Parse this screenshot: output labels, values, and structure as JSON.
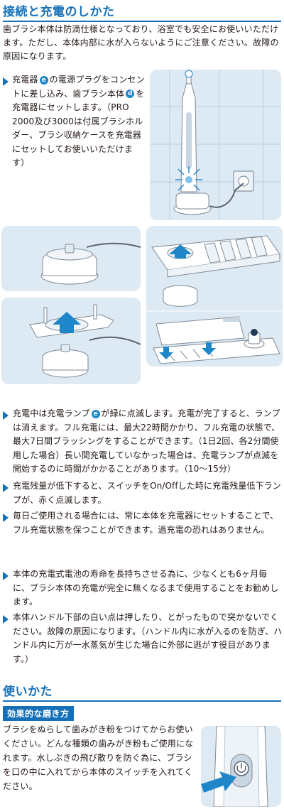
{
  "section1": {
    "title": "接続と充電のしかた",
    "intro": "歯ブラシ本体は防滴仕様となっており、浴室でも安全にお使いいただけます。ただし、本体内部に水が入らないようにご注意ください。故障の原因になります。",
    "step": {
      "p1": "充電器",
      "badge1": "e",
      "p2": "の電源プラグをコンセントに差し込み、歯ブラシ本体",
      "badge2": "d",
      "p3": "を充電器にセットします。（PRO 2000及び3000は付属ブラシホルダー、ブラシ収納ケースを充電器にセットしてお使いいただけます）"
    }
  },
  "bullets": [
    {
      "p1": "充電中は充電ランプ",
      "badge": "e",
      "p2": "が緑に点滅します。充電が完了すると、ランプは消えます。フル充電には、最大22時間かかり、フル充電の状態で、最大7日間ブラッシングをすることができます。（1日2回、各2分間使用した場合）長い間充電していなかった場合は、充電ランプが点滅を開始するのに時間がかかることがあります。（10〜15分）"
    },
    {
      "p1": "充電残量が低下すると、スイッチをOn/Offした時に充電残量低下ランプが、赤く点滅します。"
    },
    {
      "p1": "毎日ご使用される場合には、常に本体を充電器にセットすることで、フル充電状態を保つことができます。過充電の恐れはありません。"
    },
    {
      "p1": "本体の充電式電池の寿命を長持ちさせる為に、少なくとも6ヶ月毎に、ブラシ本体の充電が完全に無くなるまで使用することをお勧めします。"
    },
    {
      "p1": "本体ハンドル下部の白い点は押したり、とがったもので突かないでください。故障の原因になります。（ハンドル内に水が入るのを防ぎ、ハンドル内に万が一水蒸気が生じた場合に外部に逃がす役目があります。）"
    }
  ],
  "section2": {
    "title": "使いかた",
    "tag": "効果的な磨き方",
    "text": "ブラシをぬらして歯みがき粉をつけてからお使いください。どんな種類の歯みがき粉もご使用になれます。水しぶきの飛び散りを防ぐ為に、ブラシを口の中に入れてから本体のスイッチを入れてください。"
  },
  "colors": {
    "accent": "#1570b8",
    "panel": "#dde9f3",
    "badge": "#1f86c9"
  }
}
